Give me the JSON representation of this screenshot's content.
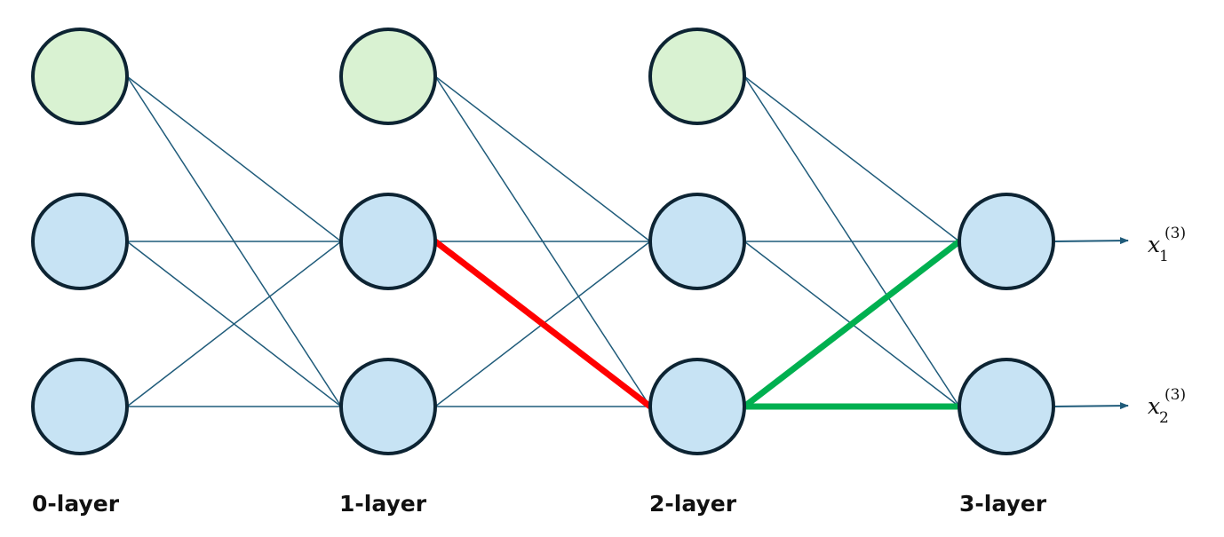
{
  "layers": [
    {
      "label": "0-layer",
      "nodes": [
        "bias",
        "unit",
        "unit"
      ]
    },
    {
      "label": "1-layer",
      "nodes": [
        "bias",
        "unit",
        "unit"
      ]
    },
    {
      "label": "2-layer",
      "nodes": [
        "bias",
        "unit",
        "unit"
      ]
    },
    {
      "label": "3-layer",
      "nodes": [
        "unit",
        "unit"
      ]
    }
  ],
  "highlighted_edges": [
    {
      "from": "1-layer node 1",
      "to": "2-layer node 2",
      "color": "#ff0000"
    },
    {
      "from": "2-layer node 2",
      "to": "3-layer node 0",
      "color": "#00b050"
    },
    {
      "from": "2-layer node 2",
      "to": "3-layer node 1",
      "color": "#00b050"
    }
  ],
  "outputs": [
    {
      "var": "x",
      "sub": "1",
      "sup": "(3)"
    },
    {
      "var": "x",
      "sub": "2",
      "sup": "(3)"
    }
  ],
  "colors": {
    "bias_node": "#d9f2d2",
    "unit_node": "#c7e3f4",
    "node_border": "#0d2433",
    "edge": "#1f5b7a",
    "highlight_red": "#ff0000",
    "highlight_green": "#00b050"
  }
}
